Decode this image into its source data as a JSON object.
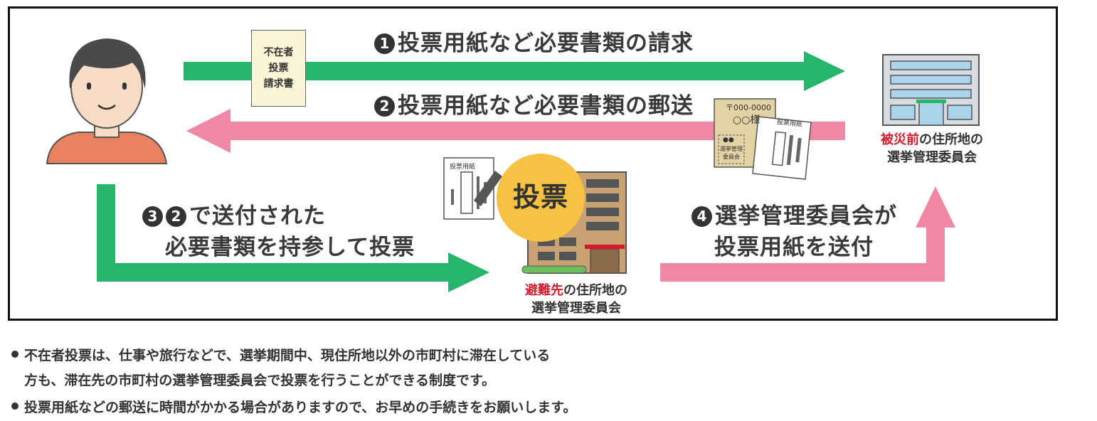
{
  "diagram": {
    "colors": {
      "green": "#27b56e",
      "pink": "#ef87a5",
      "skin": "#f6dcc3",
      "shirt": "#e9825f",
      "hair": "#4a4a4a",
      "vote_circle": "#f7c244",
      "highlight_red": "#d7192c"
    },
    "steps": {
      "step1": {
        "num": "1",
        "text": "投票用紙など必要書類の請求"
      },
      "step2": {
        "num": "2",
        "text": "投票用紙など必要書類の郵送"
      },
      "step3": {
        "num_a": "3",
        "num_b": "2",
        "line1": "で送付された",
        "line2": "必要書類を持参して投票"
      },
      "step4": {
        "num": "4",
        "line1": "選挙管理委員会が",
        "line2": "投票用紙を送付"
      }
    },
    "request_card": {
      "line1": "不在者",
      "line2": "投票",
      "line3": "請求書"
    },
    "envelope": {
      "postal": "〒000-0000",
      "name": "○○様",
      "marks": "●●",
      "sender1": "選挙管理",
      "sender2": "委員会"
    },
    "ballot_paper_title": "投票用紙",
    "vote_label": "投票",
    "home_office": {
      "highlight": "被災前",
      "rest": "の住所地の",
      "line2": "選挙管理委員会"
    },
    "evac_office": {
      "highlight": "避難先",
      "rest": "の住所地の",
      "line2": "選挙管理委員会"
    }
  },
  "notes": {
    "line1": "不在者投票は、仕事や旅行などで、選挙期間中、現住所地以外の市町村に滞在している",
    "line2": "方も、滞在先の市町村の選挙管理委員会で投票を行うことができる制度です。",
    "line3": "投票用紙などの郵送に時間がかかる場合がありますので、お早めの手続きをお願いします。"
  }
}
